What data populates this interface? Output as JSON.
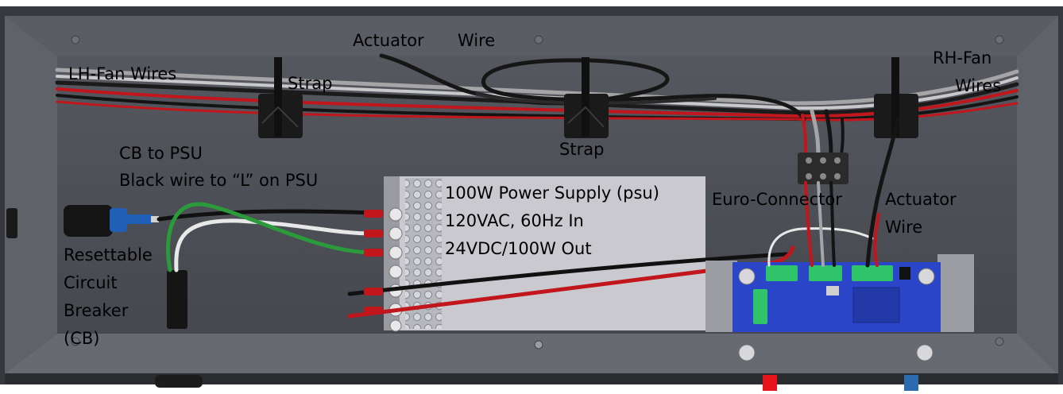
{
  "title": "",
  "labels": {
    "actuator_top": "Actuator",
    "wire_top": "Wire",
    "lh_fan": "LH-Fan Wires",
    "strap_left": "Strap",
    "strap_center": "Strap",
    "rh_fan_line1": "RH-Fan",
    "rh_fan_line2": "Wires",
    "cb_psu_line1": "CB to PSU",
    "cb_psu_line2": "Black wire to “L” on PSU",
    "psu_line1": "100W Power Supply (psu)",
    "psu_line2": "120VAC, 60Hz In",
    "psu_line3": "24VDC/100W Out",
    "euro_connector": "Euro-Connector",
    "actuator_right_line1": "Actuator",
    "actuator_right_line2": "Wire",
    "breaker_line1": "Resettable",
    "breaker_line2": "Circuit",
    "breaker_line3": "Breaker",
    "breaker_line4": "(CB)"
  },
  "colors": {
    "panel": "#4e5157",
    "panel_dark": "#3b3d42",
    "frame": "#2f3136",
    "psu": "#c9c9cf",
    "board": "#2a45c8",
    "terminal": "#2fc46a",
    "wire_red": "#c0161c",
    "wire_black": "#111111",
    "wire_white": "#e8e8e8",
    "wire_green": "#2a9a3a",
    "wire_gray": "#a5a5a8",
    "breaker_blue": "#1f5fb8",
    "marker_red": "#e8141c",
    "marker_blue": "#2b6cb0"
  }
}
